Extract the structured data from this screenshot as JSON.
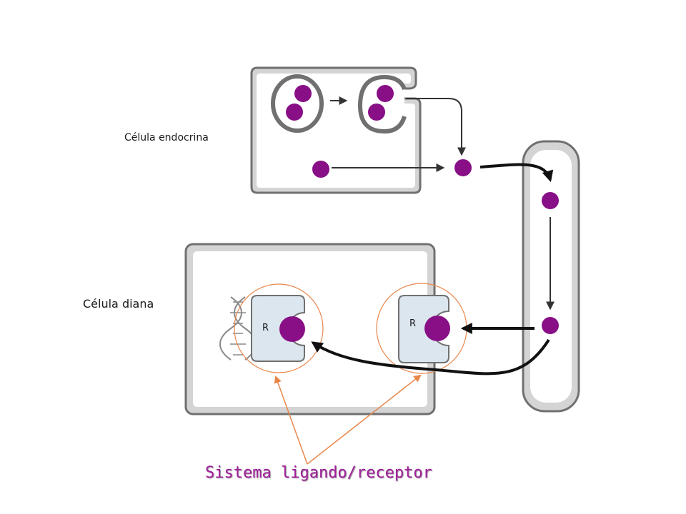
{
  "labels": {
    "endocrine_cell": "Célula endocrina",
    "target_cell": "Célula diana",
    "receptor_nuclear": "R",
    "receptor_membrane": "R",
    "system": "Sistema ligando/receptor"
  },
  "colors": {
    "hormone": "#880f86",
    "cell_fill": "#d4d4d4",
    "cell_outline": "#707070",
    "receptor_fill": "#dce6ee",
    "highlight_circle": "#e8864a",
    "arrow": "#111111",
    "system_text": "#a0209a"
  }
}
